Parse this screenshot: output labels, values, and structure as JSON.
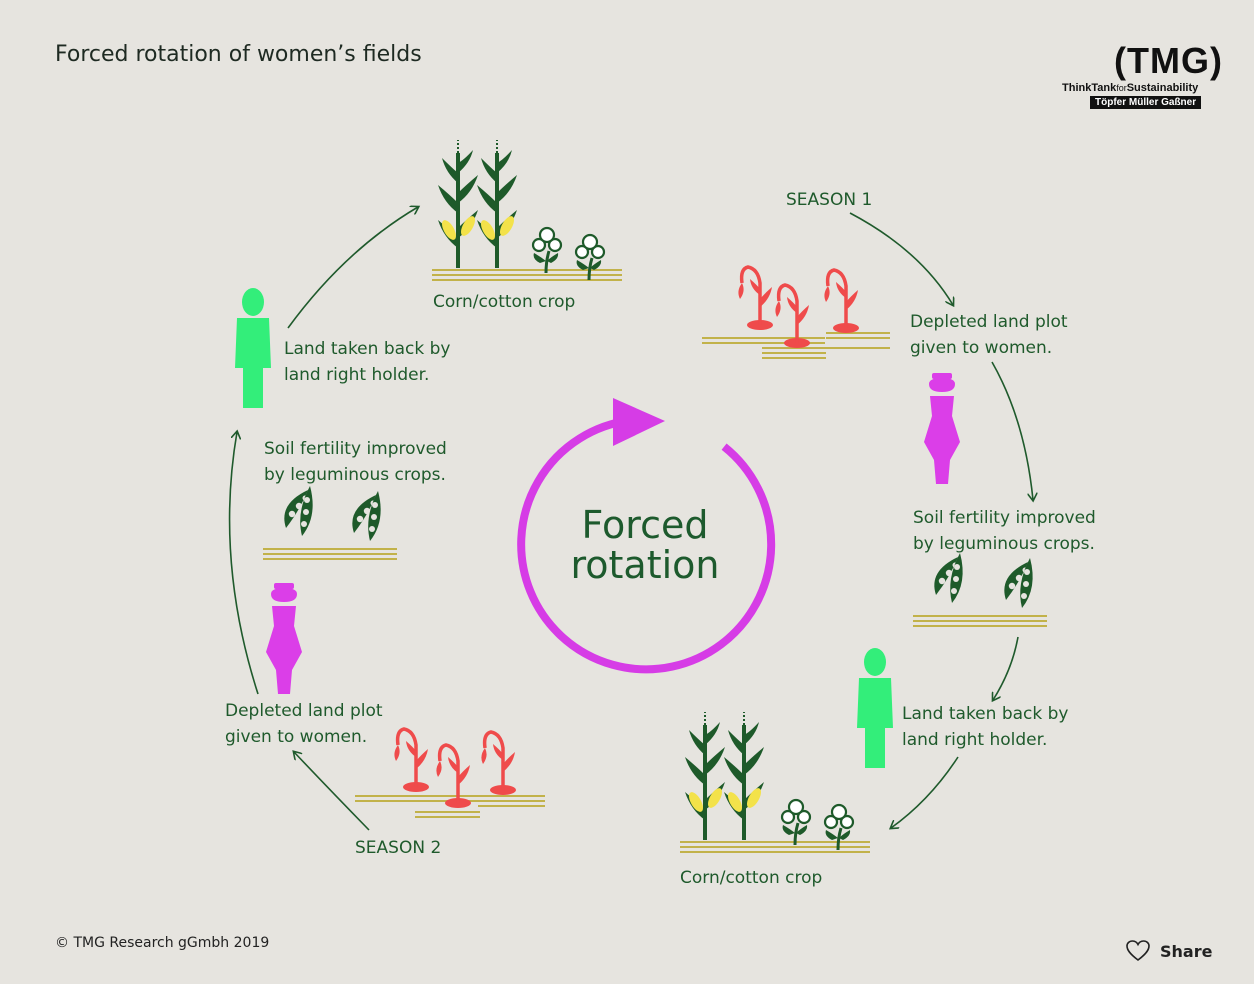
{
  "title": "Forced rotation of women’s fields",
  "logo": {
    "mark": "(TMG)",
    "tag_a": "ThinkTank",
    "tag_b": "for",
    "tag_c": "Sustainability",
    "names": "Töpfer Müller Gaßner"
  },
  "center": {
    "line1": "Forced",
    "line2": "rotation"
  },
  "labels": {
    "season1": "SEASON 1",
    "season2": "SEASON 2",
    "corn_top": "Corn/cotton crop",
    "corn_bottom": "Corn/cotton crop",
    "depleted_right_1": "Depleted land plot",
    "depleted_right_2": "given to women.",
    "soil_right_1": "Soil fertility improved",
    "soil_right_2": "by leguminous crops.",
    "landback_right_1": "Land taken back by",
    "landback_right_2": "land right holder.",
    "depleted_left_1": "Depleted land plot",
    "depleted_left_2": "given to women.",
    "soil_left_1": "Soil fertility improved",
    "soil_left_2": "by leguminous crops.",
    "landback_left_1": "Land taken back by",
    "landback_left_2": "land right holder."
  },
  "colors": {
    "text_green": "#1f5a2c",
    "arrow_green": "#1f5a2c",
    "magenta": "#d63ce6",
    "woman": "#db3ee8",
    "man": "#33ee7a",
    "depleted_plant": "#ef4b4b",
    "corn_leaf": "#1e5a2a",
    "corn_cob": "#f3e24a",
    "ground": "#c2b24a",
    "background": "#e6e4df"
  },
  "footer": {
    "copyright": "© TMG Research gGmbh 2019",
    "share": "Share"
  },
  "icons": [
    "man-icon",
    "woman-icon",
    "corn-plant-icon",
    "cotton-plant-icon",
    "depleted-plant-icon",
    "bean-pod-icon",
    "heart-icon"
  ]
}
